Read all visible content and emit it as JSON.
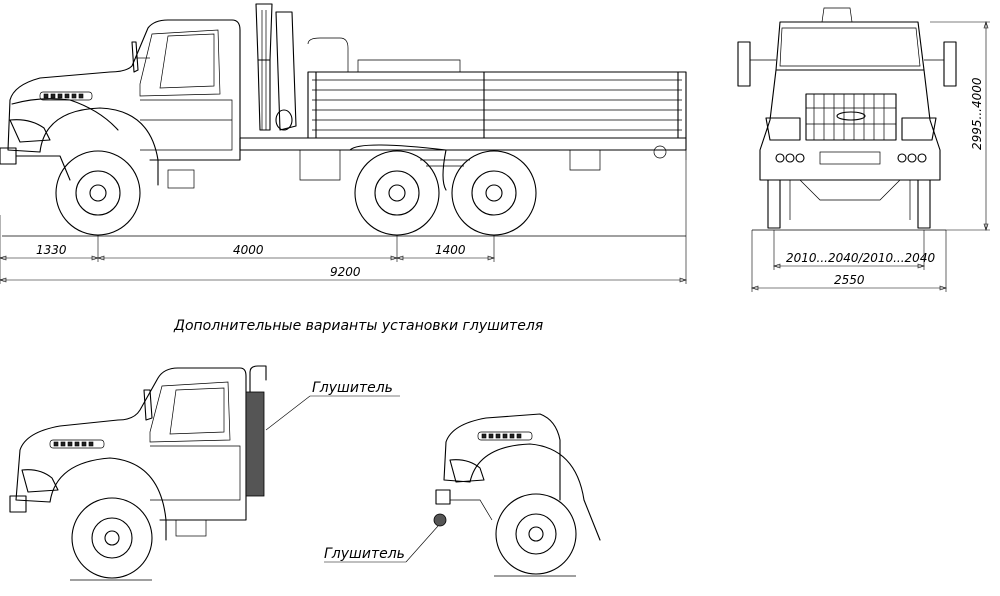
{
  "dimensions": {
    "front_overhang": "1330",
    "wheelbase": "4000",
    "bogie": "1400",
    "overall_length": "9200",
    "height": "2995...4000",
    "track": "2010...2040/2010...2040",
    "overall_width": "2550"
  },
  "section_title": "Дополнительные варианты установки глушителя",
  "labels": {
    "muffler_vertical": "Глушитель",
    "muffler_front": "Глушитель"
  }
}
